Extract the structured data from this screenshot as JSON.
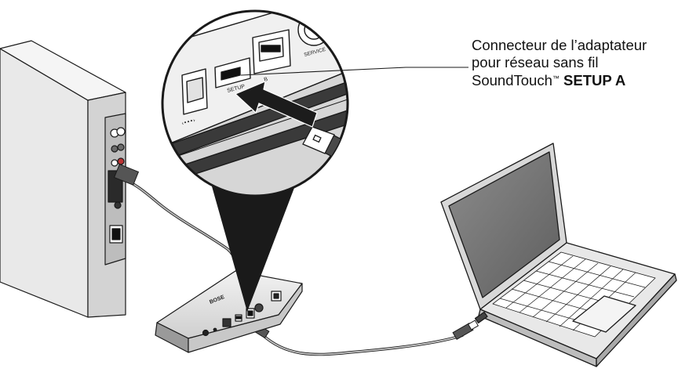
{
  "callout": {
    "line1": "Connecteur de l’adaptateur",
    "line2": "pour réseau sans fil",
    "line3_prefix": "SoundTouch",
    "line3_tm": "™",
    "line3_bold": "SETUP A"
  },
  "port_labels": {
    "setup": "SETUP",
    "setup_suffix": "B",
    "service": "SERVICE",
    "ethernet": "‹•••›",
    "brand": "BOSE"
  },
  "colors": {
    "stroke": "#1a1a1a",
    "panel_dark": "#3a3a3a",
    "panel_mid": "#8a8a8a",
    "panel_light": "#d9d9d9",
    "screen": "#7a7a7a",
    "arrow": "#1c1c1c"
  },
  "icons": [
    "speaker-console",
    "setup-adapter-module",
    "laptop",
    "usb-cable",
    "usb-plug",
    "zoom-magnifier",
    "insertion-arrow"
  ]
}
